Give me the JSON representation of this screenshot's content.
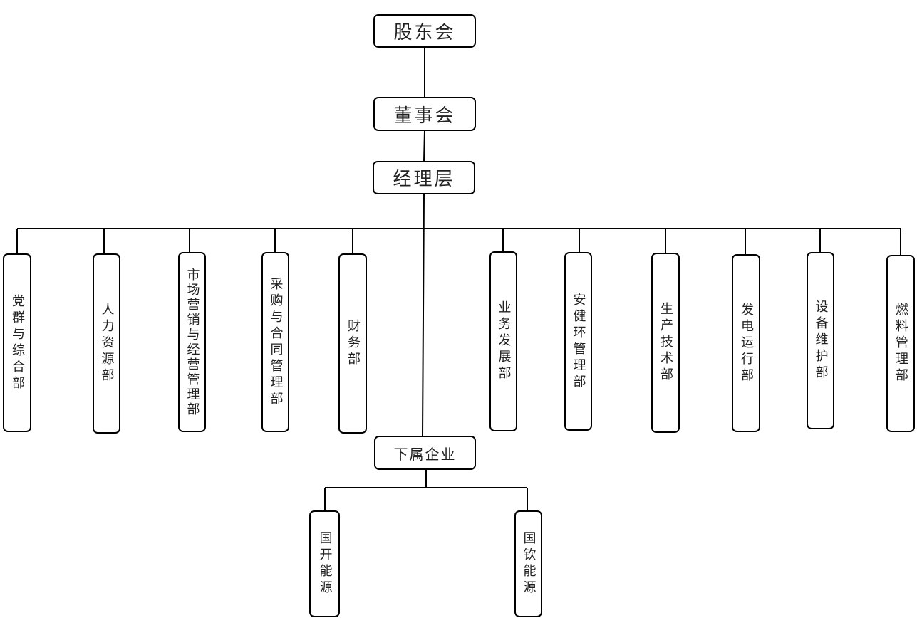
{
  "diagram": {
    "shareholders": "股东会",
    "board": "董事会",
    "management": "经理层",
    "departments": [
      "党群与综合部",
      "人力资源部",
      "市场营销与经营管理部",
      "采购与合同管理部",
      "财务部",
      "业务发展部",
      "安健环管理部",
      "生产技术部",
      "发电运行部",
      "设备维护部",
      "燃料管理部"
    ],
    "subsidiaries_label": "下属企业",
    "subsidiaries": [
      "国开能源",
      "国钦能源"
    ]
  }
}
